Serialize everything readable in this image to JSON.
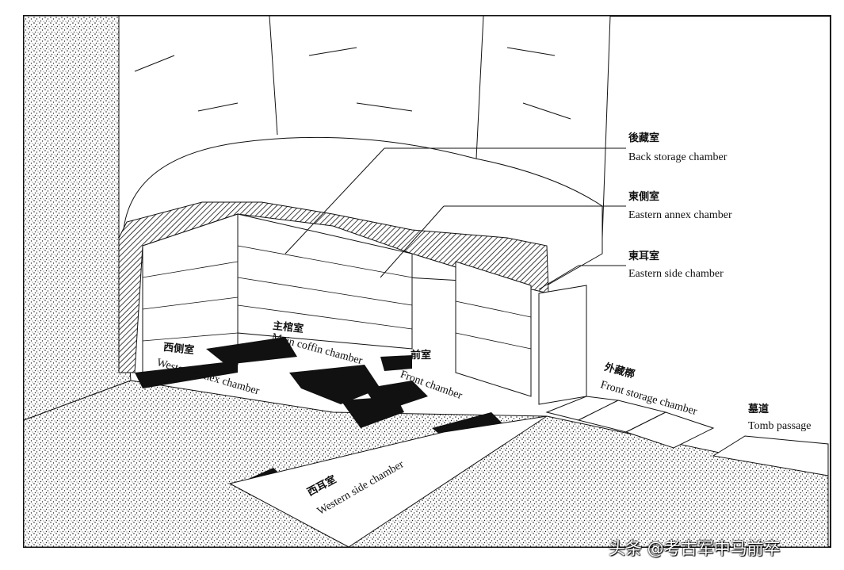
{
  "title": "Tomb cutaway diagram",
  "labels": {
    "back_storage": {
      "zh": "後藏室",
      "en": "Back storage chamber"
    },
    "eastern_annex": {
      "zh": "東側室",
      "en": "Eastern annex chamber"
    },
    "eastern_side": {
      "zh": "東耳室",
      "en": "Eastern side chamber"
    },
    "main_coffin": {
      "zh": "主棺室",
      "en": "Main coffin chamber"
    },
    "western_annex": {
      "zh": "西側室",
      "en": "Western annex chamber"
    },
    "front": {
      "zh": "前室",
      "en": "Front chamber"
    },
    "front_storage": {
      "zh": "外藏槨",
      "en": "Front storage chamber"
    },
    "tomb_passage": {
      "zh": "墓道",
      "en": "Tomb passage"
    },
    "western_side": {
      "zh": "西耳室",
      "en": "Western side chamber"
    }
  },
  "watermark": "头条 @考古军中马前卒"
}
